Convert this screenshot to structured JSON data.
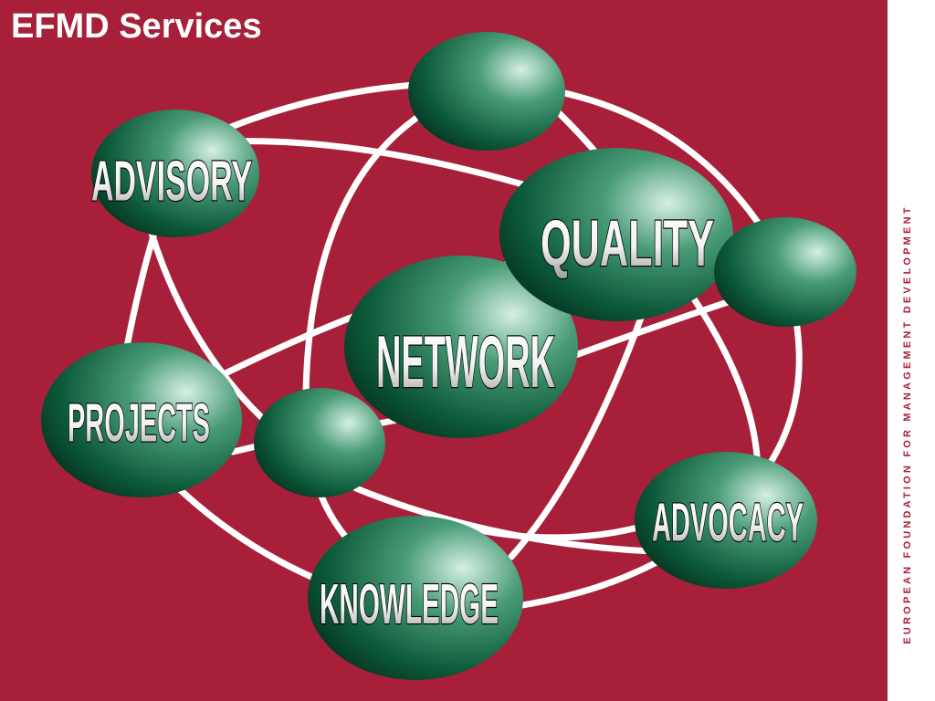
{
  "title": "EFMD Services",
  "side_text": "EUROPEAN FOUNDATION FOR MANAGEMENT DEVELOPMENT",
  "colors": {
    "background": "#a81f3a",
    "node_dark": "#0c5a3a",
    "node_light": "#d6f0e4",
    "connector": "#ffffff",
    "side_text": "#a81f3a"
  },
  "nodes": {
    "advisory": "ADVISORY",
    "quality": "QUALITY",
    "network": "NETWORK",
    "projects": "PROJECTS",
    "advocacy": "ADVOCACY",
    "knowledge": "KNOWLEDGE"
  }
}
